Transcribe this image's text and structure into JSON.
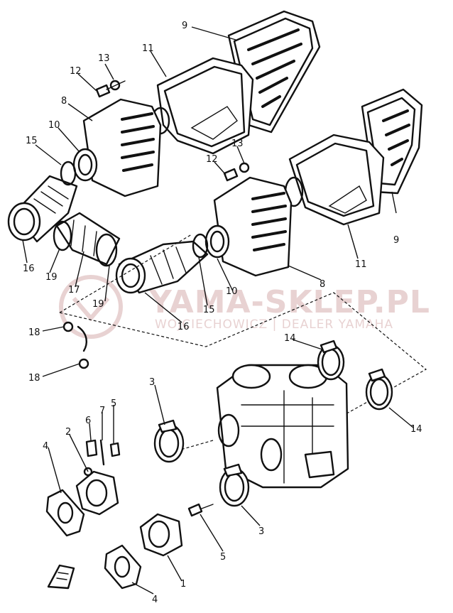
{
  "watermark": {
    "title": "YAMA-SKLEP.PL",
    "subtitle": "WOJCIECHOWICZ | DEALER YAMAHA"
  },
  "callouts": {
    "c9a": "9",
    "c11a": "11",
    "c13a": "13",
    "c12a": "12",
    "c8a": "8",
    "c10a": "10",
    "c15a": "15",
    "c13b": "13",
    "c12b": "12",
    "c9b": "9",
    "c11b": "11",
    "c8b": "8",
    "c10b": "10",
    "c15b": "15",
    "c16a": "16",
    "c19a": "19",
    "c17": "17",
    "c19b": "19",
    "c16b": "16",
    "c18a": "18",
    "c18b": "18",
    "c14a": "14",
    "c14b": "14",
    "c3a": "3",
    "c3b": "3",
    "c6": "6",
    "c7": "7",
    "c5a": "5",
    "c5b": "5",
    "c2": "2",
    "c4a": "4",
    "c4b": "4",
    "c1": "1"
  },
  "colors": {
    "ink": "#111111",
    "watermark": "#e8d2d2"
  }
}
